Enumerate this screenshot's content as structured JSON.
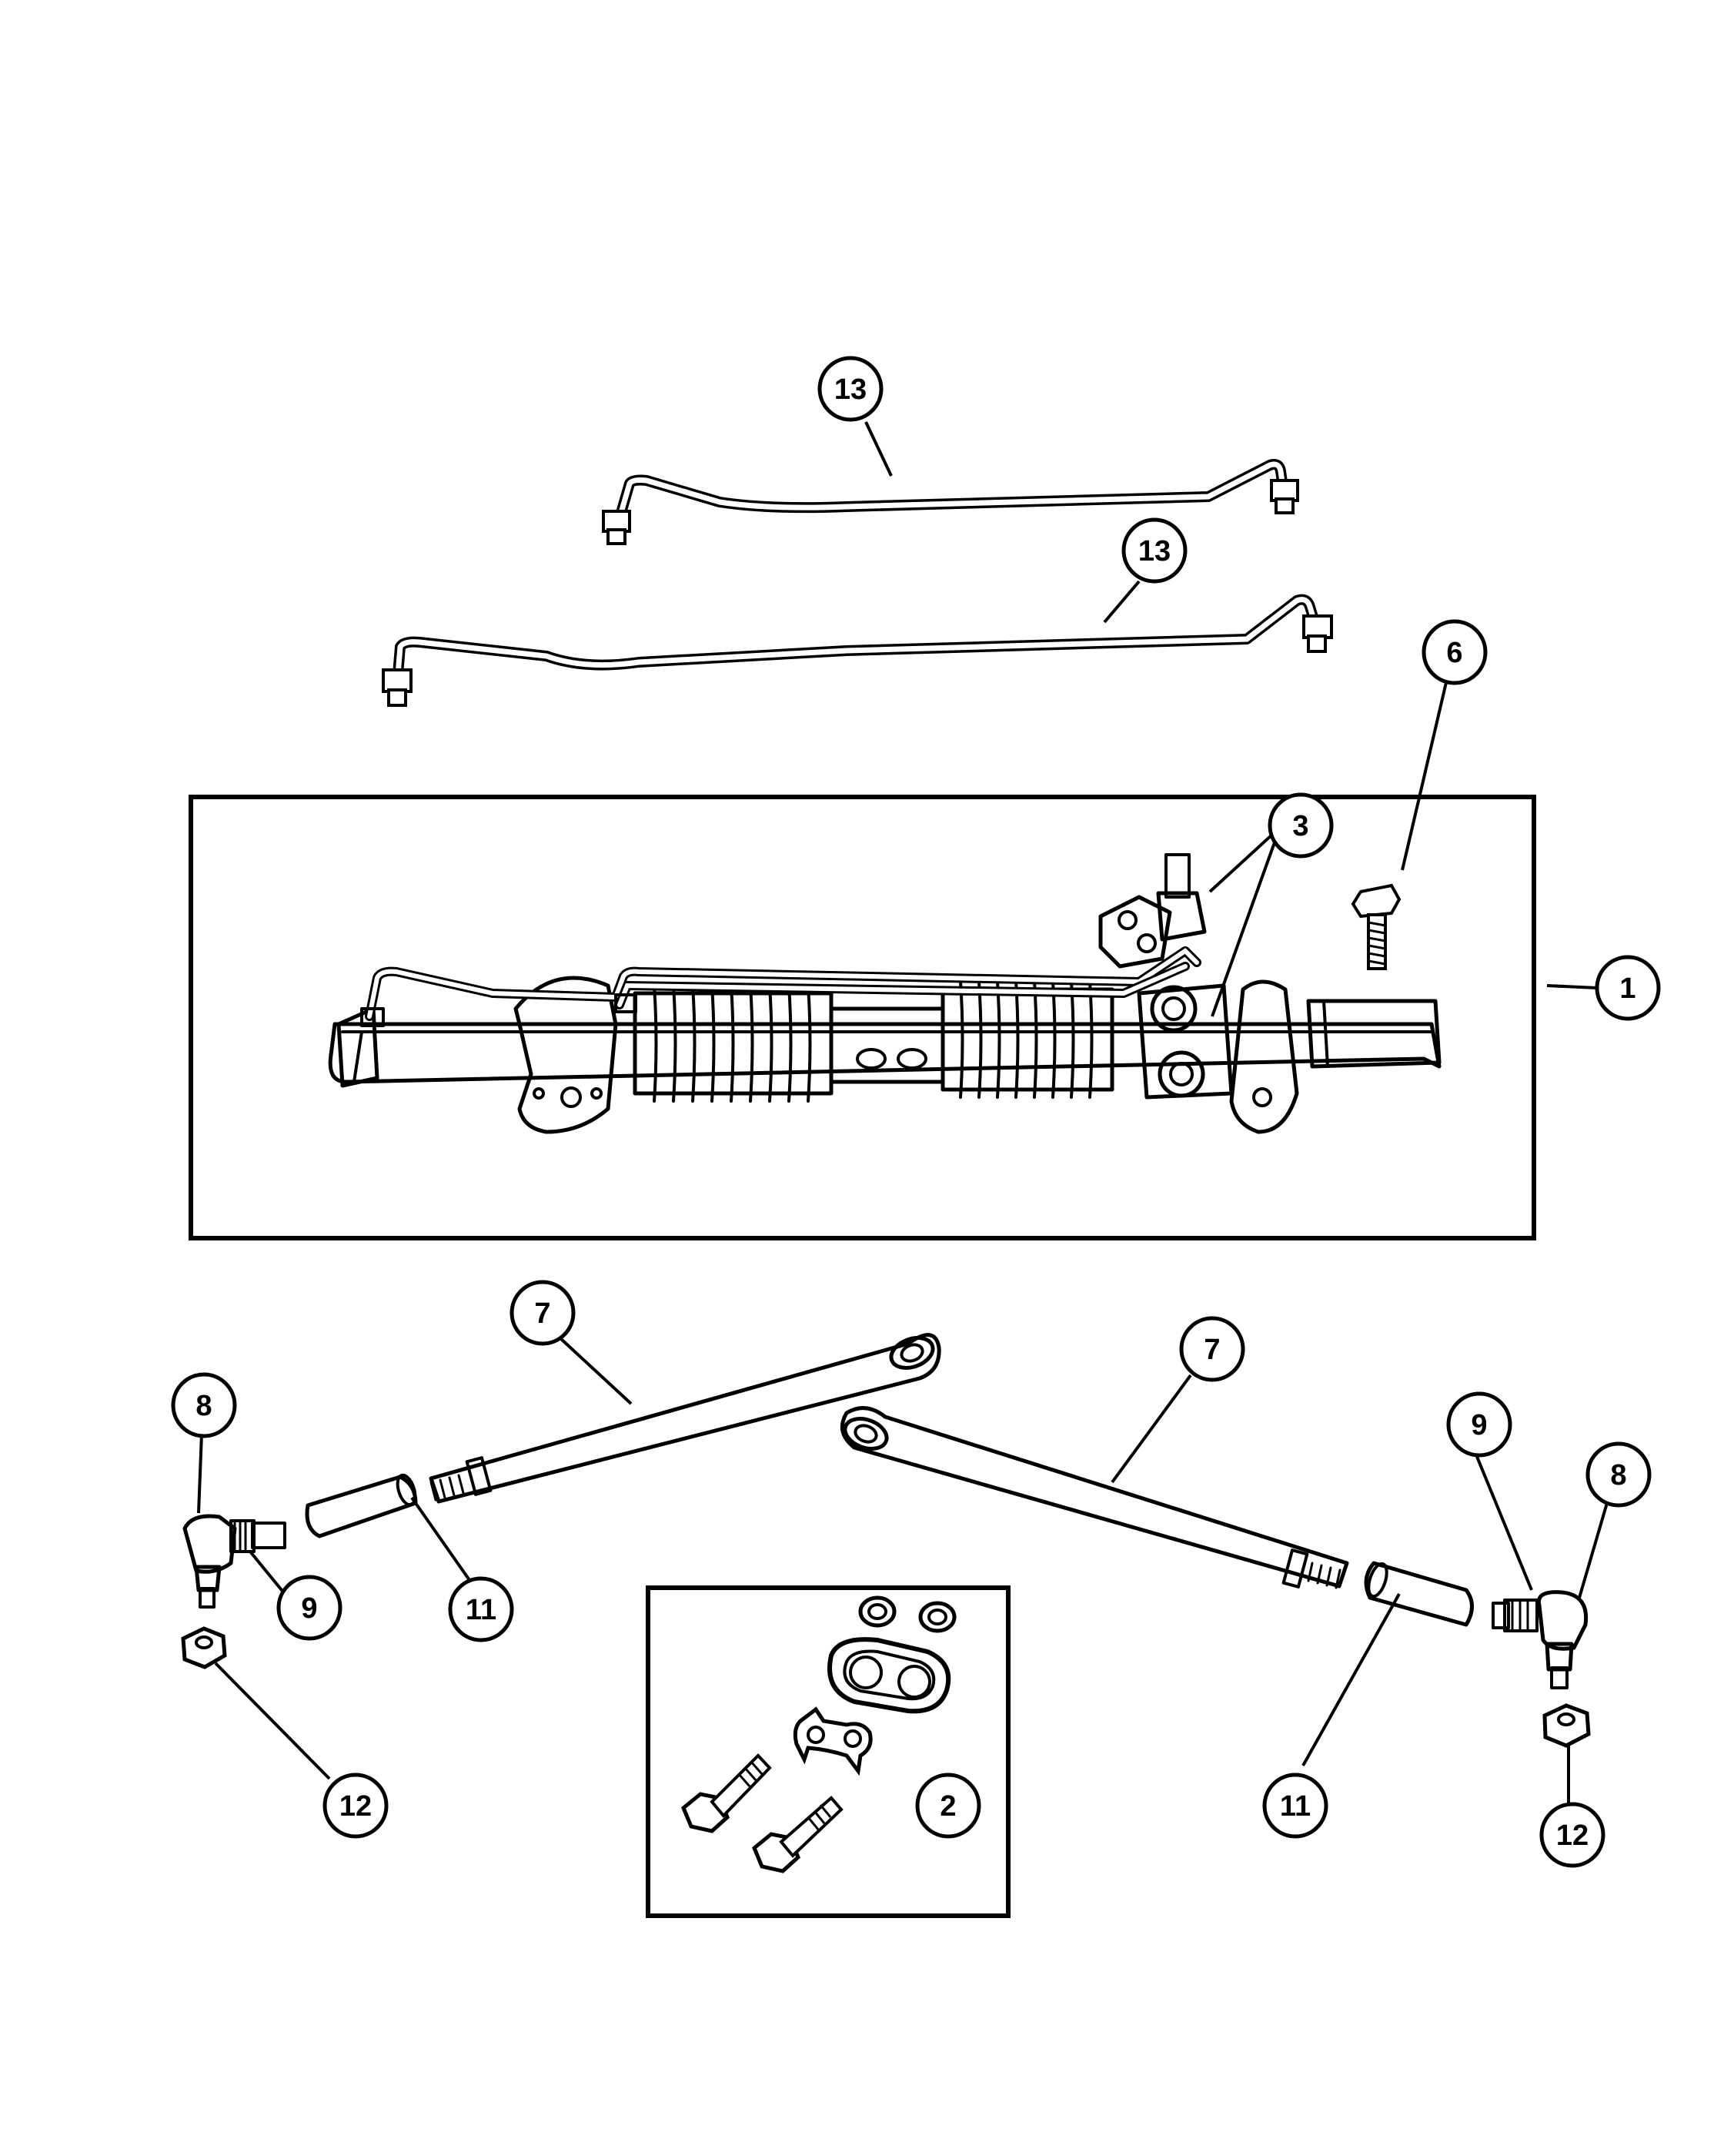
{
  "callouts": [
    {
      "id": "c13a",
      "label": "13"
    },
    {
      "id": "c13b",
      "label": "13"
    },
    {
      "id": "c6",
      "label": "6"
    },
    {
      "id": "c3",
      "label": "3"
    },
    {
      "id": "c1",
      "label": "1"
    },
    {
      "id": "c7a",
      "label": "7"
    },
    {
      "id": "c7b",
      "label": "7"
    },
    {
      "id": "c8a",
      "label": "8"
    },
    {
      "id": "c9a",
      "label": "9"
    },
    {
      "id": "c11a",
      "label": "11"
    },
    {
      "id": "c12a",
      "label": "12"
    },
    {
      "id": "c2",
      "label": "2"
    },
    {
      "id": "c11b",
      "label": "11"
    },
    {
      "id": "c9b",
      "label": "9"
    },
    {
      "id": "c8b",
      "label": "8"
    },
    {
      "id": "c12b",
      "label": "12"
    }
  ],
  "colors": {
    "ink": "#000000",
    "paper": "#ffffff"
  }
}
